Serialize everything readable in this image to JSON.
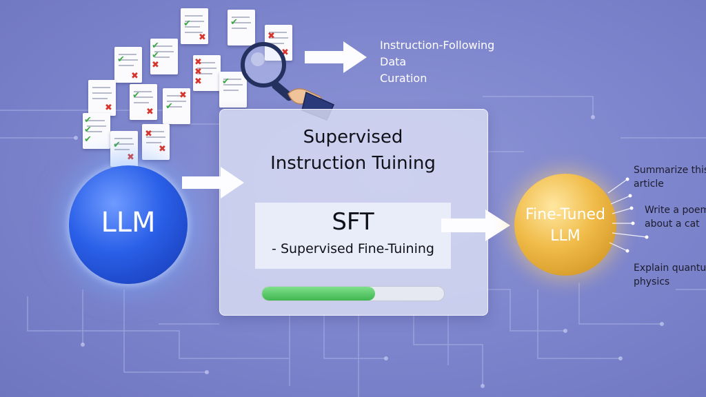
{
  "curation": {
    "lines": [
      "Instruction-Following",
      "Data",
      "Curation"
    ]
  },
  "panel": {
    "title_lines": [
      "Supervised",
      "Instruction Tuining"
    ],
    "sft_title": "SFT",
    "sft_subtitle": "- Supervised Fine-Tuining",
    "progress": 0.62
  },
  "llm": {
    "label": "LLM"
  },
  "fine_tuned": {
    "label_lines": [
      "Fine-Tuned",
      "LLM"
    ]
  },
  "prompts": [
    {
      "lines": [
        "Summarize this",
        "article"
      ]
    },
    {
      "lines": [
        "Write a poem",
        "about a cat"
      ]
    },
    {
      "lines": [
        "Explain quantum",
        "physics"
      ]
    }
  ],
  "icons": [
    "document-icon",
    "checkmark-icon",
    "cross-icon",
    "magnifier-icon",
    "hand-icon",
    "arrow-right-icon"
  ],
  "colors": {
    "background": "#7c84cc",
    "llm_orb": "#2a5fe8",
    "fine_tuned_orb": "#f0bb48",
    "progress_fill": "#3fb64f",
    "check": "#3aa845",
    "cross": "#d8342b"
  }
}
